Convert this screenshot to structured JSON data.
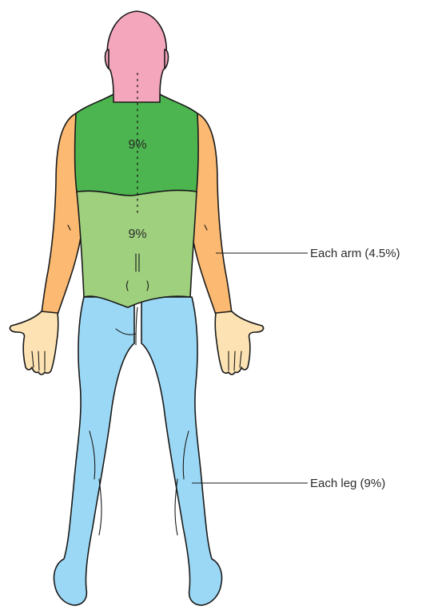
{
  "regions": {
    "head_neck": {
      "color": "#f4a6bd"
    },
    "upper_back": {
      "label": "9%",
      "color": "#4cb54f"
    },
    "lower_back": {
      "label": "9%",
      "color": "#9ed07e"
    },
    "arms": {
      "color": "#fbb971"
    },
    "hands": {
      "color": "#fde3b3"
    },
    "legs": {
      "color": "#9bd8f5"
    }
  },
  "callouts": {
    "arm": {
      "label": "Each arm (4.5%)"
    },
    "leg": {
      "label": "Each leg (9%)"
    }
  }
}
